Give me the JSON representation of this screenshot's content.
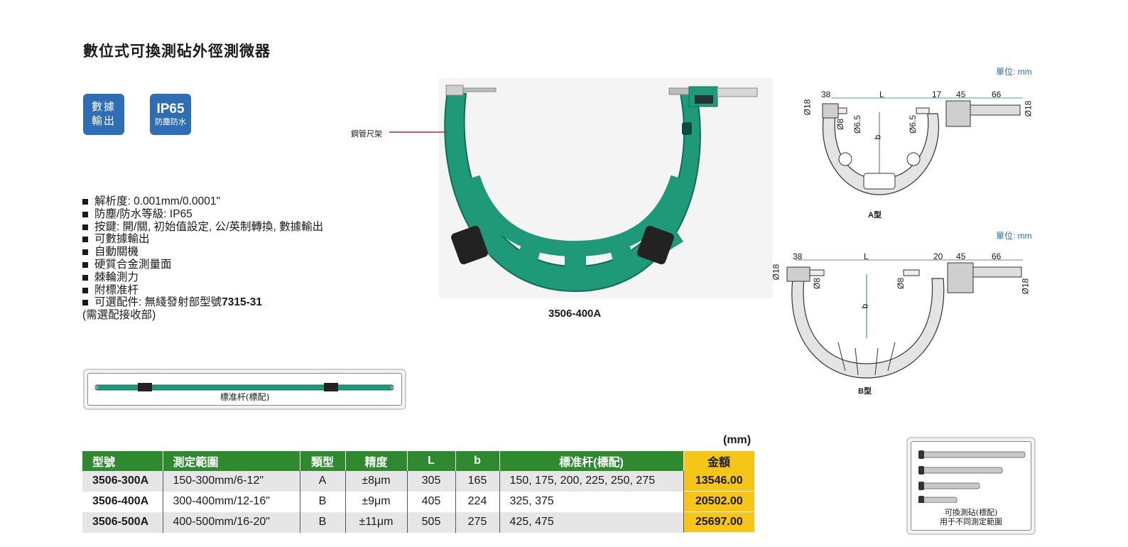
{
  "title": "數位式可換測砧外徑測微器",
  "badges": {
    "data_output": [
      "數據",
      "輸出"
    ],
    "ip_big": "IP65",
    "ip_small": "防塵防水"
  },
  "features": [
    "解析度: 0.001mm/0.0001\"",
    "防塵/防水等級: IP65",
    "按鍵: 開/關, 初始值設定, 公/英制轉換, 數據輸出",
    "可數據輸出",
    "自動關機",
    "硬質合金測量面",
    "棘輪測力",
    "附標准杆"
  ],
  "feature_last": {
    "prefix": "可選配件: 無綫發射部型號",
    "model": "7315-31",
    "sub": "(需選配接收部)"
  },
  "photo": {
    "callout": "鋼管尺架",
    "caption": "3506-400A"
  },
  "rod_label": "標准杆(標配)",
  "anvil_label": [
    "可換測砧(標配)",
    "用于不同測定範圍"
  ],
  "drawings": {
    "unit": "單位: mm",
    "a": {
      "type_label": "A型",
      "dims": {
        "d38": "38",
        "L": "L",
        "d17": "17",
        "d45": "45",
        "d66": "66",
        "phi18a": "Ø18",
        "phi18b": "Ø18",
        "phi8": "Ø8",
        "phi65a": "Ø6.5",
        "phi65b": "Ø6.5",
        "b": "b"
      }
    },
    "b": {
      "type_label": "B型",
      "dims": {
        "d38": "38",
        "L": "L",
        "d20": "20",
        "d45": "45",
        "d66": "66",
        "phi18a": "Ø18",
        "phi18b": "Ø18",
        "phi8a": "Ø8",
        "phi8b": "Ø8",
        "b": "b"
      }
    }
  },
  "table": {
    "unit": "(mm)",
    "headers": [
      "型號",
      "測定範圍",
      "類型",
      "精度",
      "L",
      "b",
      "標准杆(標配)",
      "金額"
    ],
    "rows": [
      [
        "3506-300A",
        "150-300mm/6-12\"",
        "A",
        "±8μm",
        "305",
        "165",
        "150, 175, 200, 225, 250, 275",
        "13546.00"
      ],
      [
        "3506-400A",
        "300-400mm/12-16\"",
        "B",
        "±9μm",
        "405",
        "224",
        "325, 375",
        "20502.00"
      ],
      [
        "3506-500A",
        "400-500mm/16-20\"",
        "B",
        "±11μm",
        "505",
        "275",
        "425, 475",
        "25697.00"
      ]
    ]
  },
  "colors": {
    "header_green": "#2f8a2f",
    "price_yellow": "#f5c518",
    "badge_blue": "#2f6db4",
    "frame_green": "#1f9a78"
  }
}
